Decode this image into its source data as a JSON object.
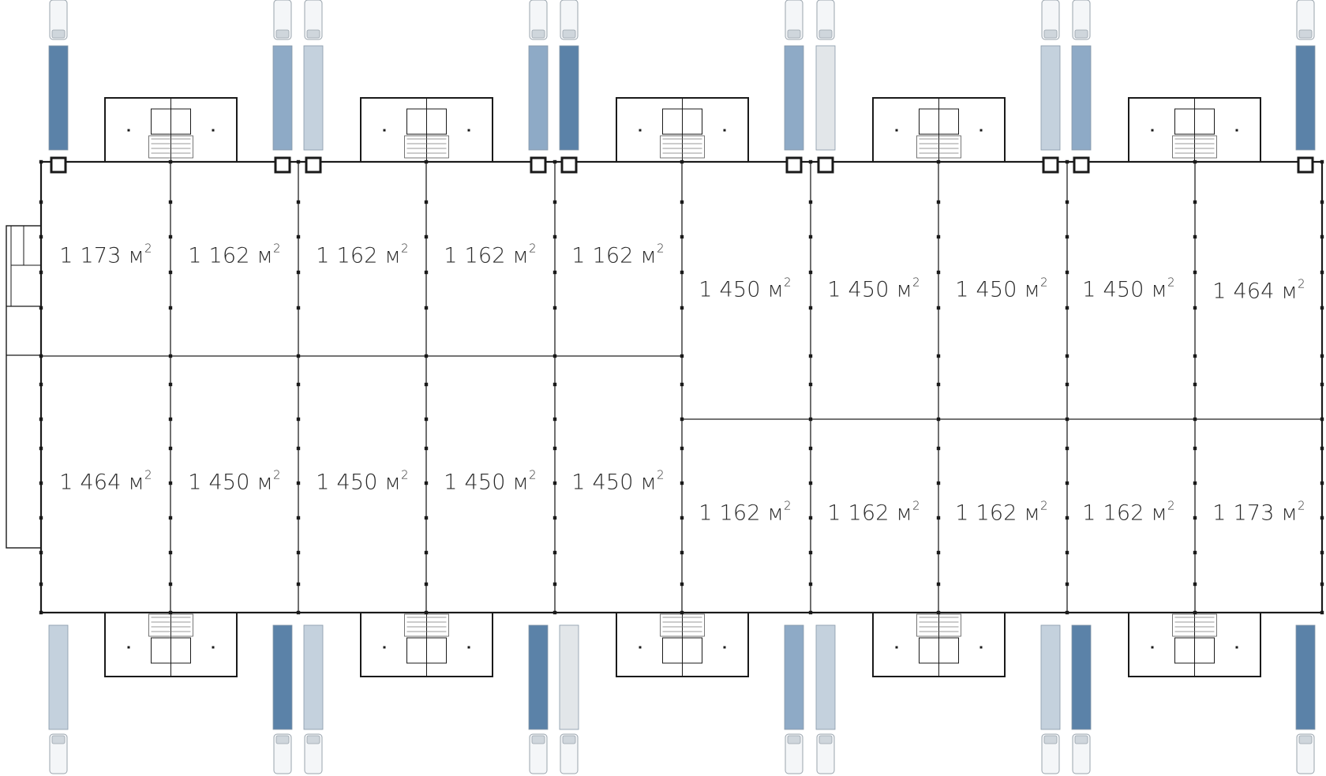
{
  "plan": {
    "unit": "м",
    "unit_power": "2",
    "colors": {
      "wall": "#1a1a1a",
      "line": "#222222",
      "truck_dark": "#5b82a8",
      "truck_mid": "#8eaac6",
      "truck_light": "#c4d1dd",
      "truck_pale": "#e2e6e9"
    },
    "units_top": [
      {
        "id": "t1",
        "area": "1 173"
      },
      {
        "id": "t2",
        "area": "1 162"
      },
      {
        "id": "t3",
        "area": "1 162"
      },
      {
        "id": "t4",
        "area": "1 162"
      },
      {
        "id": "t5",
        "area": "1 162"
      },
      {
        "id": "t6",
        "area": "1 450"
      },
      {
        "id": "t7",
        "area": "1 450"
      },
      {
        "id": "t8",
        "area": "1 450"
      },
      {
        "id": "t9",
        "area": "1 450"
      },
      {
        "id": "t10",
        "area": "1 464"
      }
    ],
    "units_bottom": [
      {
        "id": "b1",
        "area": "1 464"
      },
      {
        "id": "b2",
        "area": "1 450"
      },
      {
        "id": "b3",
        "area": "1 450"
      },
      {
        "id": "b4",
        "area": "1 450"
      },
      {
        "id": "b5",
        "area": "1 450"
      },
      {
        "id": "b6",
        "area": "1 162"
      },
      {
        "id": "b7",
        "area": "1 162"
      },
      {
        "id": "b8",
        "area": "1 162"
      },
      {
        "id": "b9",
        "area": "1 162"
      },
      {
        "id": "b10",
        "area": "1 173"
      }
    ]
  }
}
